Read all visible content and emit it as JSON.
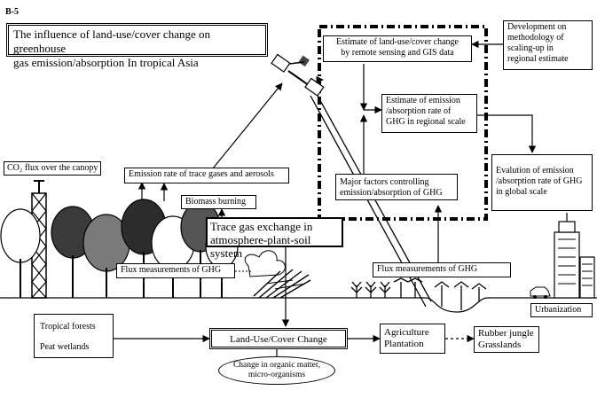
{
  "figure_id": "B-5",
  "title": "The influence of land-use/cover change on greenhouse\ngas emission/absorption In tropical Asia",
  "boxes": {
    "remote_sensing": "Estimate of land-use/cover change\nby remote sensing and GIS data",
    "methodology": "Development on\nmethodology of\nscaling-up in\nregional estimate",
    "regional_scale": "Estimate of emission\n/absorption rate of\nGHG in regional scale",
    "global_scale": "Evalution of emission\n/absorption rate of GHG\nin global scale",
    "major_factors": "Major factors controlling\nemission/absorption of GHG",
    "trace_gases": "Emission rate of trace gases and aerosols",
    "biomass_burning": "Biomass burning",
    "trace_gas_exchange": "Trace gas exchange in\natmosphere-plant-soil system",
    "flux_forest": "Flux measurements of GHG",
    "flux_field": "Flux measurements of GHG",
    "urbanization": "Urbanization",
    "land_use_change": "Land-Use/Cover Change",
    "agriculture": "Agriculture\nPlantation",
    "rubber": "Rubber jungle\nGrasslands",
    "organic_matter": "Change in organic matter,\nmicro-organisms"
  },
  "labels": {
    "co2_flux": "CO₂ flux over the canopy",
    "tropical_forests": "Tropical forests",
    "peat_wetlands": "Peat wetlands"
  },
  "icons": [
    "satellite-icon",
    "flux-tower-icon",
    "tree-icon",
    "fire-smoke-icon",
    "crop-plant-icon",
    "office-building-icon",
    "car-icon"
  ]
}
